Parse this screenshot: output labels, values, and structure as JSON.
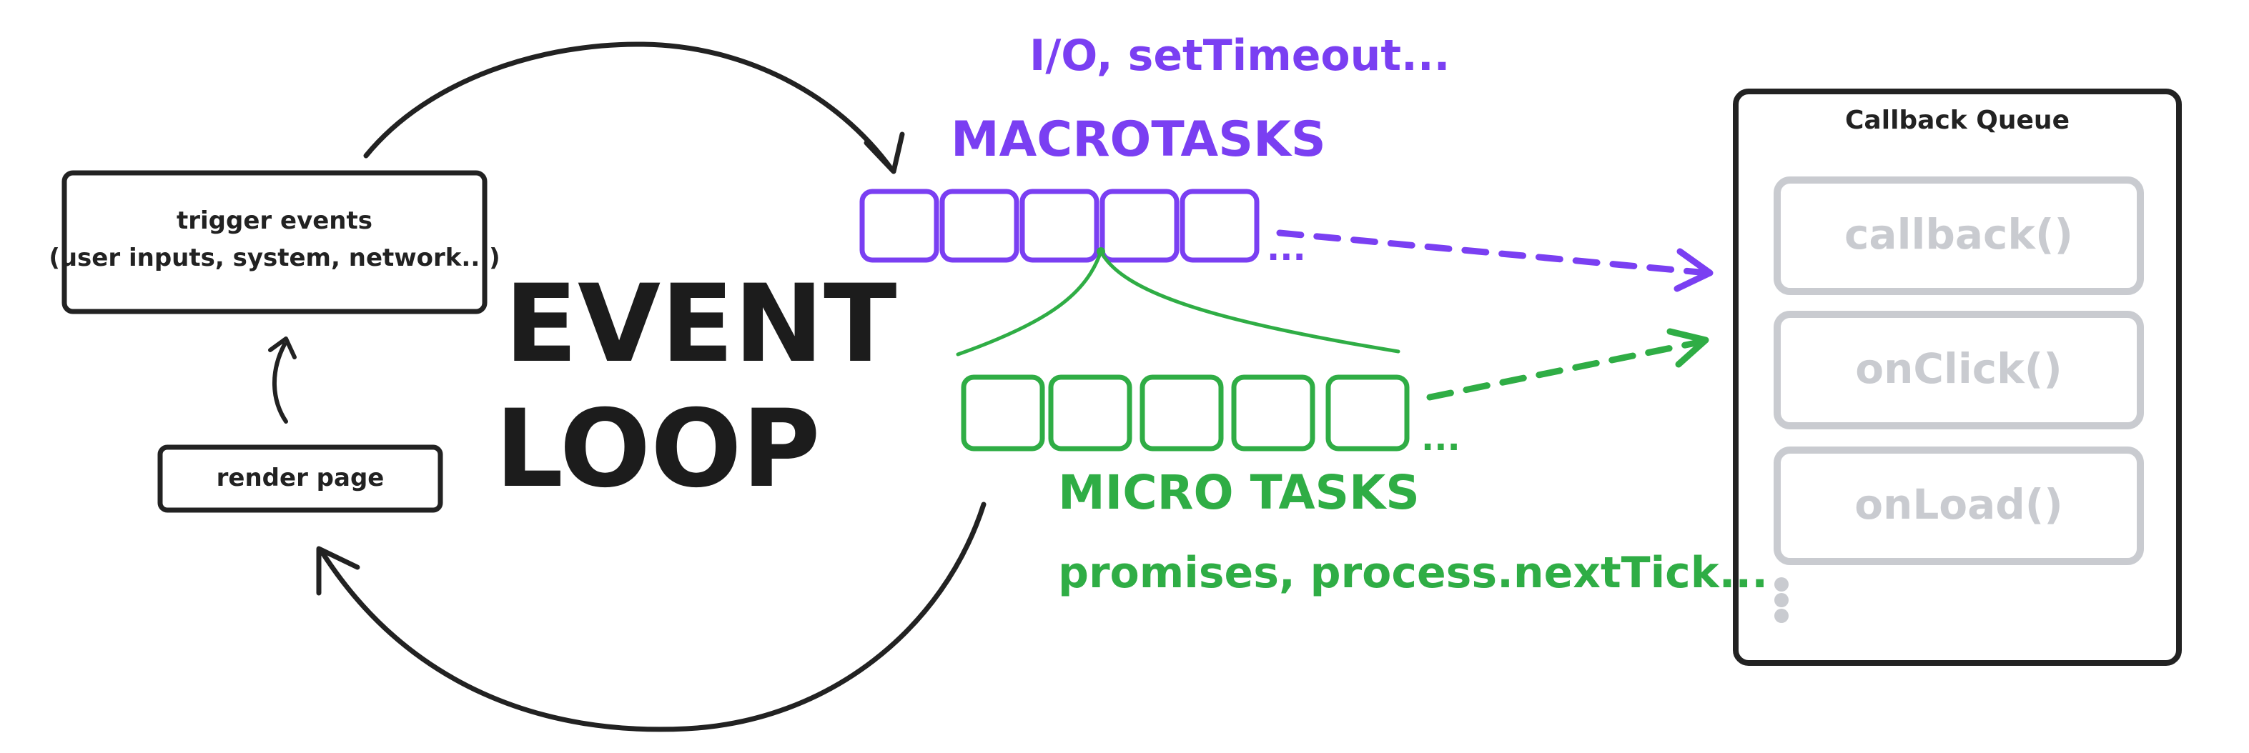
{
  "diagram": {
    "event_loop": {
      "line1": "EVENT",
      "line2": "LOOP"
    },
    "trigger_box": {
      "line1": "trigger events",
      "line2": "(user inputs, system, network...)"
    },
    "render_box": {
      "label": "render page"
    },
    "macrotasks": {
      "examples": "I/O, setTimeout...",
      "title": "MACROTASKS",
      "ellipsis": "...",
      "color": "#7a3ff2"
    },
    "microtasks": {
      "title": "MICRO TASKS",
      "examples": "promises, process.nextTick...",
      "ellipsis": "...",
      "color": "#2fad45"
    },
    "callback_queue": {
      "title": "Callback Queue",
      "items": [
        "callback()",
        "onClick()",
        "onLoad()"
      ]
    }
  }
}
